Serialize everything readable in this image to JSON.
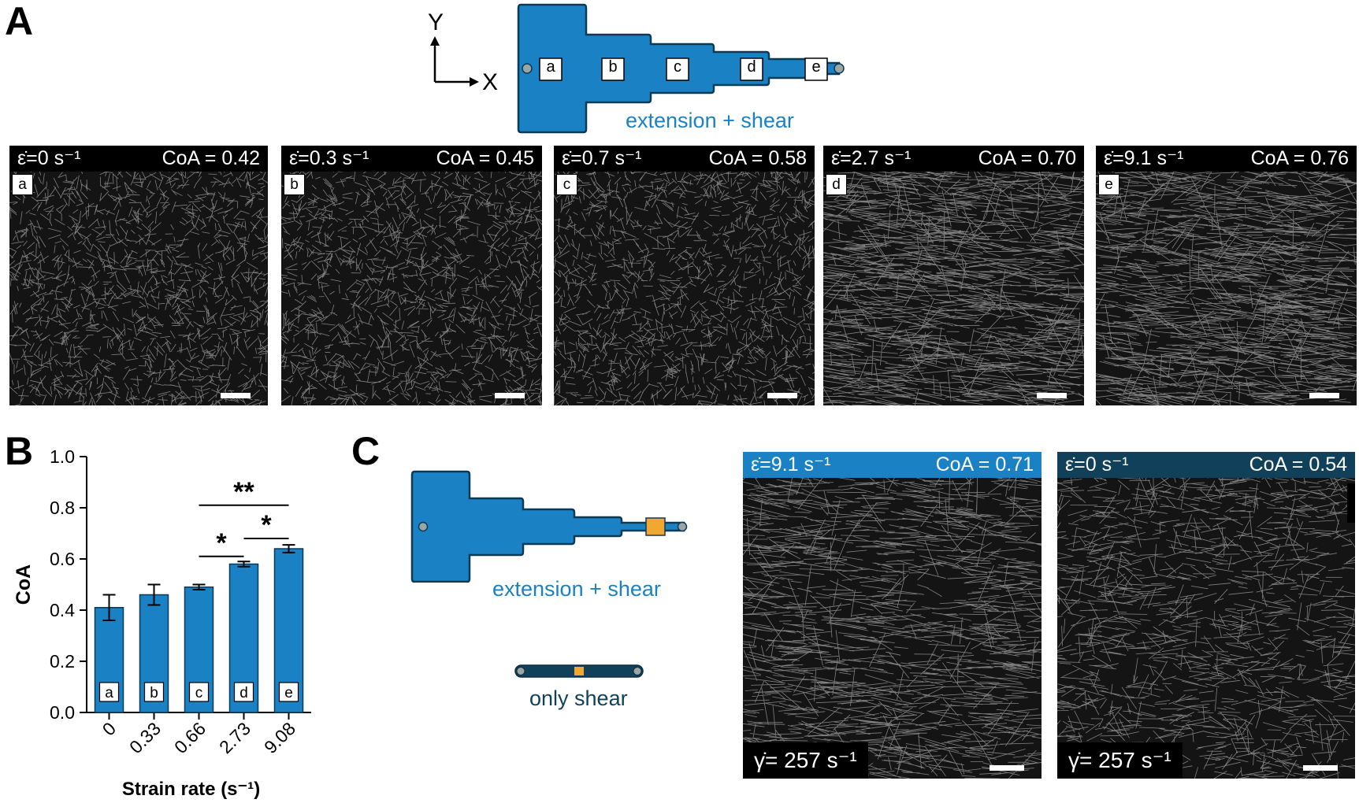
{
  "panels": {
    "A": "A",
    "B": "B",
    "C": "C"
  },
  "axes_labels": {
    "x": "X",
    "y": "Y"
  },
  "channel_label": "extension + shear",
  "channel_boxes": [
    "a",
    "b",
    "c",
    "d",
    "e"
  ],
  "images_A": [
    {
      "tag": "a",
      "rate": "ε̇=0 s⁻¹",
      "coa": "CoA = 0.42",
      "orientation": "random"
    },
    {
      "tag": "b",
      "rate": "ε̇=0.3 s⁻¹",
      "coa": "CoA = 0.45",
      "orientation": "random"
    },
    {
      "tag": "c",
      "rate": "ε̇=0.7 s⁻¹",
      "coa": "CoA = 0.58",
      "orientation": "random"
    },
    {
      "tag": "d",
      "rate": "ε̇=2.7 s⁻¹",
      "coa": "CoA = 0.70",
      "orientation": "aligned"
    },
    {
      "tag": "e",
      "rate": "ε̇=9.1 s⁻¹",
      "coa": "CoA = 0.76",
      "orientation": "aligned"
    }
  ],
  "chart_data": {
    "type": "bar",
    "categories": [
      "0",
      "0.33",
      "0.66",
      "2.73",
      "9.08"
    ],
    "values": [
      0.41,
      0.46,
      0.49,
      0.58,
      0.64
    ],
    "errors": [
      0.05,
      0.04,
      0.01,
      0.01,
      0.015
    ],
    "bar_labels": [
      "a",
      "b",
      "c",
      "d",
      "e"
    ],
    "xlabel": "Strain rate (s⁻¹)",
    "ylabel": "CoA",
    "ylim": [
      0,
      1.0
    ],
    "yticks": [
      "0.0",
      "0.2",
      "0.4",
      "0.6",
      "0.8",
      "1.0"
    ],
    "significance": [
      {
        "from": 2,
        "to": 3,
        "label": "*",
        "y": 0.61
      },
      {
        "from": 3,
        "to": 4,
        "label": "*",
        "y": 0.68
      },
      {
        "from": 2,
        "to": 4,
        "label": "**",
        "y": 0.81
      }
    ],
    "bar_color": "#1a82c4"
  },
  "panel_C": {
    "extension_label": "extension + shear",
    "shear_label": "only shear",
    "images": [
      {
        "rate": "ε̇=9.1 s⁻¹",
        "coa": "CoA = 0.71",
        "gamma": "γ̇= 257 s⁻¹",
        "bar_color": "#1a82c4"
      },
      {
        "rate": "ε̇=0 s⁻¹",
        "coa": "CoA = 0.54",
        "gamma": "γ̇= 257 s⁻¹",
        "bar_color": "#11415a"
      }
    ]
  },
  "colors": {
    "accent": "#1a82c4",
    "dark_teal": "#11415a",
    "highlight": "#f0a830"
  }
}
